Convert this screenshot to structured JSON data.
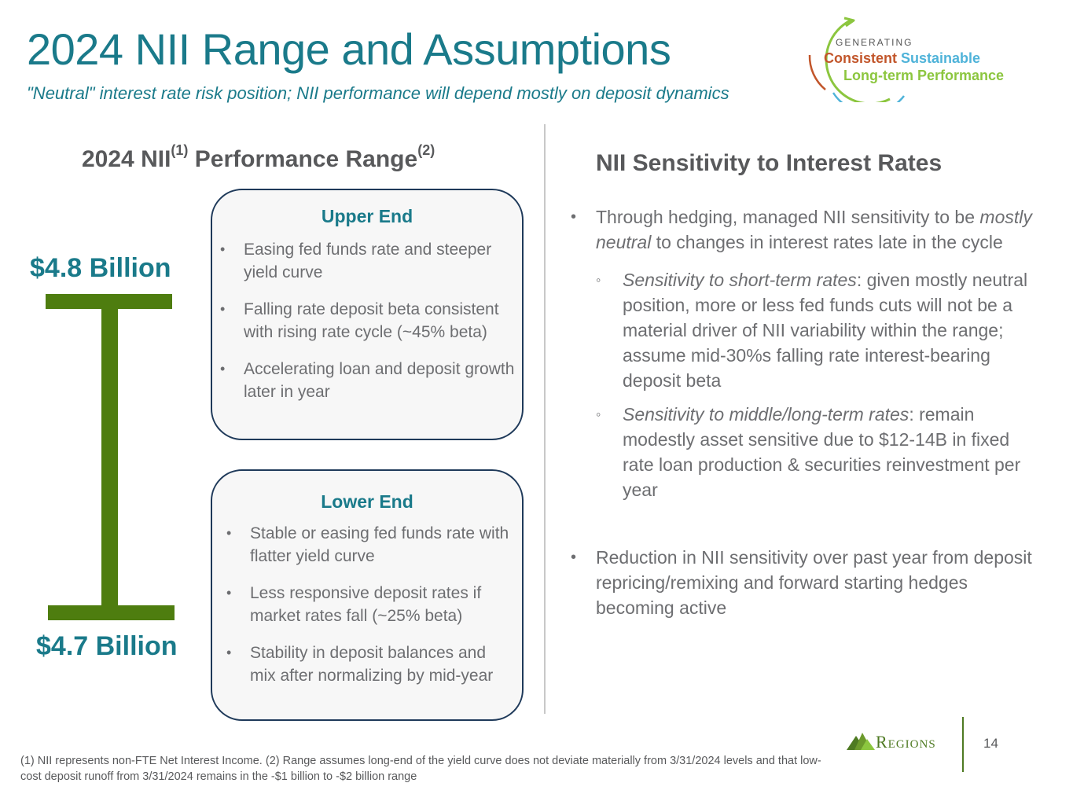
{
  "title": "2024 NII Range and Assumptions",
  "subtitle": "\"Neutral\" interest rate risk position; NII performance will depend mostly on deposit dynamics",
  "badge": {
    "line1": "GENERATING",
    "consistent": "Consistent",
    "sustainable": "Sustainable",
    "line3": "Long-term Performance",
    "colors": {
      "arrow": "#8cc63f",
      "consistent": "#c2562b",
      "sustainable": "#4fb3d9",
      "performance": "#8cc63f"
    }
  },
  "left": {
    "heading_a": "2024 NII",
    "heading_sup1": "(1)",
    "heading_b": " Performance Range",
    "heading_sup2": "(2)",
    "range": {
      "high": 4.8,
      "low": 4.7,
      "unit": "Billion"
    },
    "high_label": "$4.8 Billion",
    "low_label": "$4.7 Billion",
    "upper": {
      "title": "Upper End",
      "bullets": [
        "Easing fed funds rate and steeper yield curve",
        "Falling rate deposit beta consistent with rising rate cycle (~45% beta)",
        "Accelerating loan and deposit growth later in year"
      ]
    },
    "lower": {
      "title": "Lower End",
      "bullets": [
        "Stable or easing fed funds rate with flatter yield curve",
        "Less responsive deposit rates if market rates fall (~25% beta)",
        "Stability in deposit balances and mix after normalizing by mid-year"
      ]
    }
  },
  "right": {
    "heading": "NII Sensitivity to Interest Rates",
    "b1_pre": "Through hedging, managed NII sensitivity to be ",
    "b1_em": "mostly neutral",
    "b1_post": " to changes in interest rates late in the cycle",
    "s1_em": "Sensitivity to short-term rates",
    "s1_text": ": given mostly neutral position, more or less fed funds cuts will not be a material driver of NII variability within the range; assume mid-30%s falling rate interest-bearing deposit beta",
    "s2_em": "Sensitivity to middle/long-term rates",
    "s2_text": ": remain modestly asset sensitive due to $12-14B in fixed rate loan production & securities reinvestment per year",
    "b2": "Reduction in NII sensitivity over past year from deposit repricing/remixing and forward starting hedges becoming active"
  },
  "footnote": "(1) NII represents non-FTE Net Interest Income. (2) Range assumes long-end of the yield curve does not deviate materially from 3/31/2024 levels and that low-cost deposit runoff from 3/31/2024  remains in the -$1 billion to -$2 billion range",
  "brand": "Regions",
  "page_number": "14",
  "colors": {
    "teal": "#1a7a8a",
    "ibeam": "#4e7d0f",
    "brand_green": "#4e7a22"
  }
}
